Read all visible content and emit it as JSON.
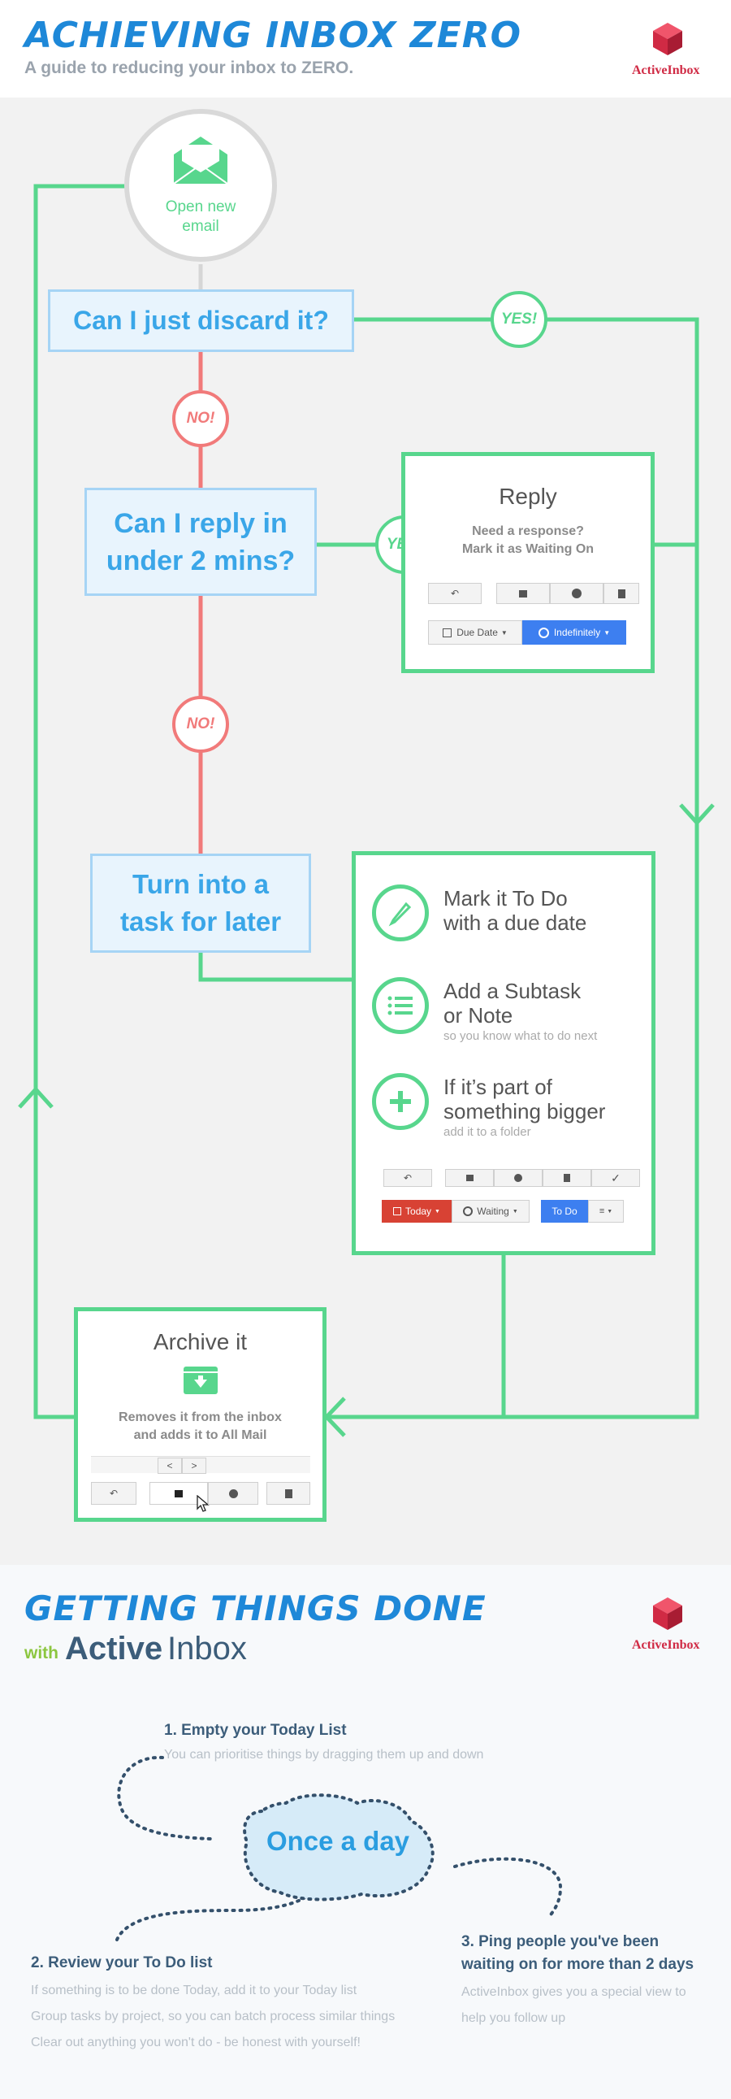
{
  "header": {
    "title": "ACHIEVING INBOX ZERO",
    "subtitle": "A guide to reducing your inbox to ZERO.",
    "logo_text": "ActiveInbox"
  },
  "flow": {
    "start_label_line1": "Open new",
    "start_label_line2": "email",
    "q1": "Can I just discard it?",
    "q2_line1": "Can I reply in",
    "q2_line2": "under 2 mins?",
    "q3_line1": "Turn into a",
    "q3_line2": "task for later",
    "no_label": "NO!",
    "yes_label": "YES!"
  },
  "reply_card": {
    "title": "Reply",
    "line1": "Need a response?",
    "line2": "Mark it as Waiting On",
    "due_date_label": "Due Date",
    "indefinitely_label": "Indefinitely"
  },
  "task_card": {
    "item1_line1": "Mark it To Do",
    "item1_line2": "with a due date",
    "item2_line1": "Add a Subtask",
    "item2_line2": "or Note",
    "item2_sub": "so you know what  to do next",
    "item3_line1": "If it’s part of",
    "item3_line2": "something bigger",
    "item3_sub": "add it to a folder",
    "today_label": "Today",
    "waiting_label": "Waiting",
    "todo_label": "To Do"
  },
  "archive_card": {
    "title": "Archive it",
    "line1": "Removes it from the inbox",
    "line2": "and adds it to All Mail"
  },
  "gtd": {
    "title": "GETTING THINGS DONE",
    "with": "with",
    "brand_bold": "Active",
    "brand_light": "Inbox",
    "logo_text": "ActiveInbox",
    "center": "Once a day",
    "step1_title": "1. Empty your Today List",
    "step1_text": "You can prioritise things by dragging them up and down",
    "step2_title": "2. Review your To Do list",
    "step2_text1": "If something is to be done Today, add it to your Today list",
    "step2_text2": "Group tasks by project, so you can batch process similar things",
    "step2_text3": "Clear out anything you won't do - be honest with yourself!",
    "step3_title1": "3. Ping people you've been",
    "step3_title2": "waiting on for more than 2 days",
    "step3_text1": "ActiveInbox gives you a special view to",
    "step3_text2": "help you follow up"
  },
  "colors": {
    "green": "#58d68d",
    "red": "#f17a7a",
    "blue": "#1e88d8",
    "question_blue": "#3aa6e8",
    "brand_red": "#d02a44"
  }
}
